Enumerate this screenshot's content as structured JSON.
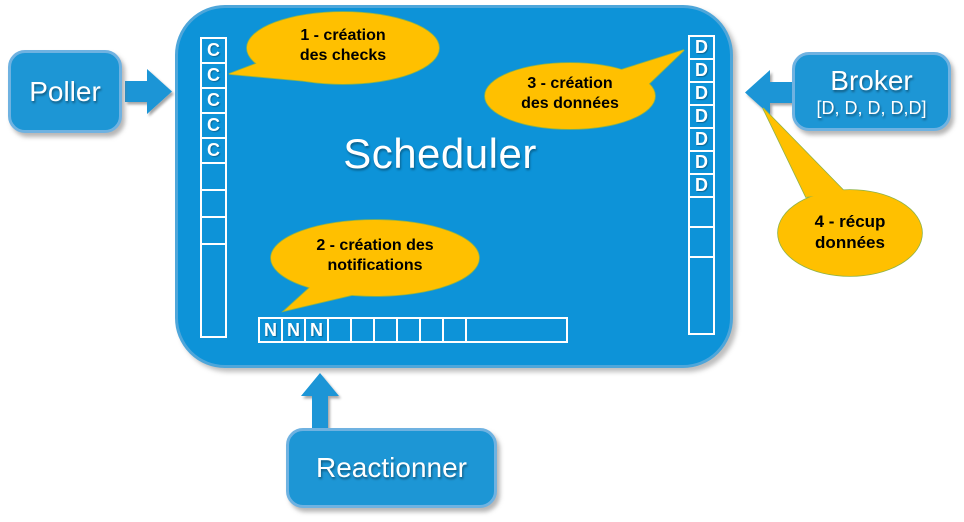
{
  "scheduler": {
    "title": "Scheduler",
    "check_queue": {
      "cells": [
        "C",
        "C",
        "C",
        "C",
        "C",
        "",
        "",
        "",
        ""
      ]
    },
    "data_queue": {
      "cells": [
        "D",
        "D",
        "D",
        "D",
        "D",
        "D",
        "D",
        "",
        "",
        ""
      ]
    },
    "notification_queue": {
      "cells": [
        "N",
        "N",
        "N",
        "",
        "",
        "",
        "",
        "",
        "",
        ""
      ]
    }
  },
  "nodes": {
    "poller": {
      "label": "Poller"
    },
    "broker": {
      "label": "Broker",
      "sublabel": "[D, D, D, D,D]"
    },
    "reactionner": {
      "label": "Reactionner"
    }
  },
  "callouts": {
    "c1": {
      "line1": "1 - création",
      "line2": "des checks"
    },
    "c2": {
      "line1": "2 - création des",
      "line2": "notifications"
    },
    "c3": {
      "line1": "3 - création",
      "line2": "des données"
    },
    "c4": {
      "line1": "4 - récup",
      "line2": "données"
    }
  },
  "colors": {
    "main_blue": "#0d93d8",
    "node_blue": "#1d96d5",
    "node_border_blue": "#6fb2e1",
    "callout_orange": "#ffc000",
    "callout_border": "#8fb348",
    "text_white": "#ffffff",
    "text_black": "#000000"
  }
}
